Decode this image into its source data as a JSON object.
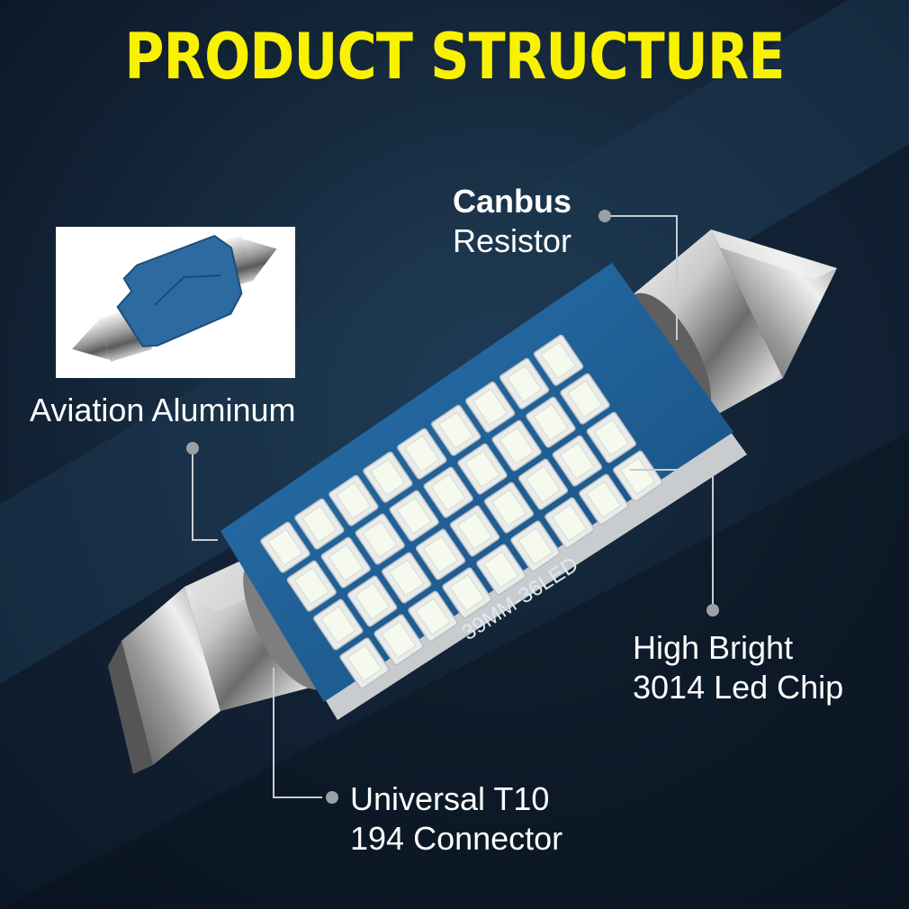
{
  "title": "PRODUCT STRUCTURE",
  "colors": {
    "title": "#f8f200",
    "background": "#14263a",
    "pcb": "#1d5a8c",
    "led_face": "#f6f9ee",
    "label_text": "#ffffff"
  },
  "labels": {
    "canbus_title": "Canbus",
    "canbus_sub": "Resistor",
    "aviation": "Aviation Aluminum",
    "chip_line1": "High Bright",
    "chip_line2": "3014 Led Chip",
    "connector_line1": "Universal T10",
    "connector_line2": "194 Connector"
  },
  "pcb_print": "39MM-36LED",
  "icons": [
    "festoon-bulb-icon",
    "inset-bulb-back-icon",
    "callout-dot-icon"
  ]
}
